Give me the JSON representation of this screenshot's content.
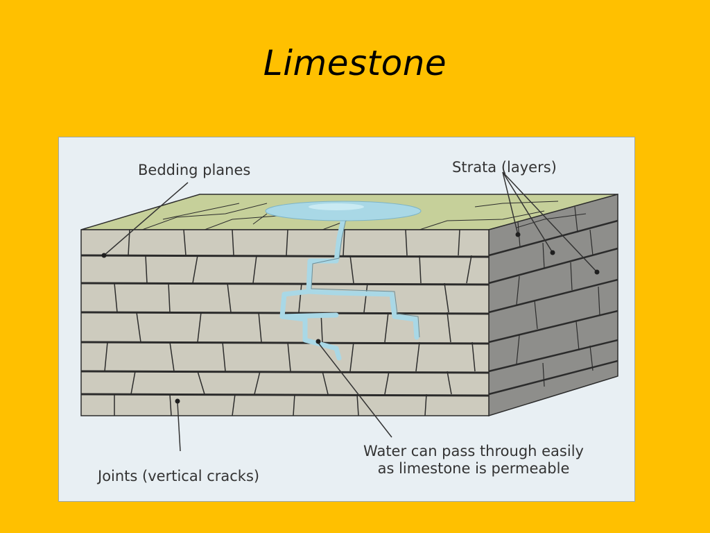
{
  "slide": {
    "title": "Limestone",
    "background_color": "#FFC000"
  },
  "diagram": {
    "labels": {
      "bedding_planes": "Bedding planes",
      "strata": "Strata (layers)",
      "joints": "Joints (vertical cracks)",
      "water_line1": "Water can pass through easily",
      "water_line2": "as limestone is permeable"
    },
    "colors": {
      "panel": "#E8EFF3",
      "block_front": "#CDCBBE",
      "block_side": "#8E8E8B",
      "top_surface": "#C6D09A",
      "water": "#A9D8E6",
      "lines": "#2b2b2b"
    }
  }
}
